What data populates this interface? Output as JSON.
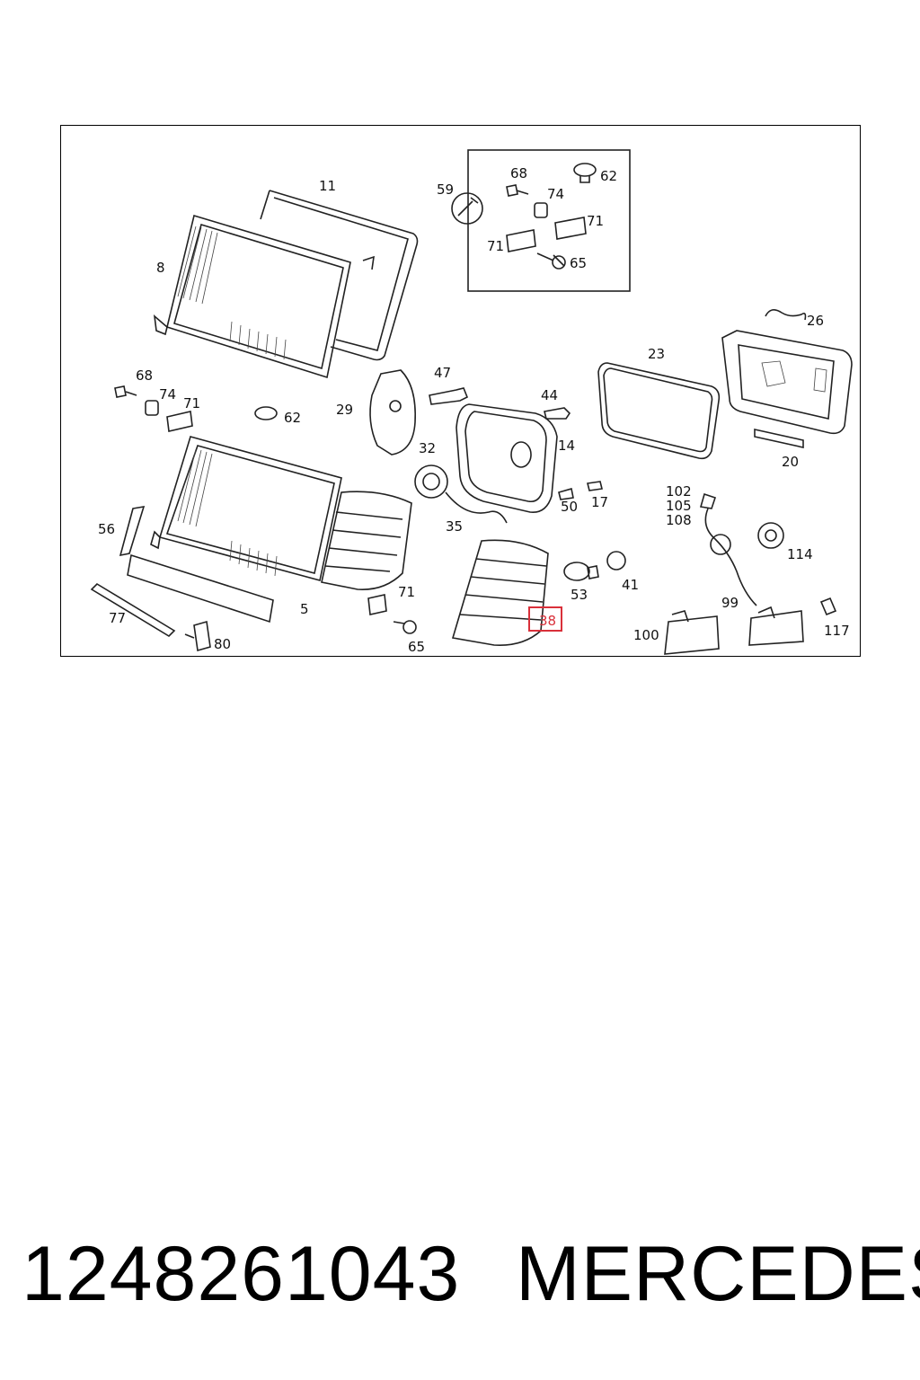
{
  "diagram": {
    "callouts": [
      {
        "id": "c11",
        "text": "11"
      },
      {
        "id": "c8",
        "text": "8"
      },
      {
        "id": "c59",
        "text": "59"
      },
      {
        "id": "c68a",
        "text": "68"
      },
      {
        "id": "c62a",
        "text": "62"
      },
      {
        "id": "c74a",
        "text": "74"
      },
      {
        "id": "c71a",
        "text": "71"
      },
      {
        "id": "c71b",
        "text": "71"
      },
      {
        "id": "c65a",
        "text": "65"
      },
      {
        "id": "c26",
        "text": "26"
      },
      {
        "id": "c23",
        "text": "23"
      },
      {
        "id": "c68b",
        "text": "68"
      },
      {
        "id": "c74b",
        "text": "74"
      },
      {
        "id": "c71c",
        "text": "71"
      },
      {
        "id": "c62b",
        "text": "62"
      },
      {
        "id": "c29",
        "text": "29"
      },
      {
        "id": "c47",
        "text": "47"
      },
      {
        "id": "c44",
        "text": "44"
      },
      {
        "id": "c14",
        "text": "14"
      },
      {
        "id": "c32",
        "text": "32"
      },
      {
        "id": "c20",
        "text": "20"
      },
      {
        "id": "c50",
        "text": "50"
      },
      {
        "id": "c17",
        "text": "17"
      },
      {
        "id": "c102",
        "text": "102"
      },
      {
        "id": "c105",
        "text": "105"
      },
      {
        "id": "c108",
        "text": "108"
      },
      {
        "id": "c56",
        "text": "56"
      },
      {
        "id": "c35",
        "text": "35"
      },
      {
        "id": "c114",
        "text": "114"
      },
      {
        "id": "c41",
        "text": "41"
      },
      {
        "id": "c53",
        "text": "53"
      },
      {
        "id": "c71d",
        "text": "71"
      },
      {
        "id": "c5",
        "text": "5"
      },
      {
        "id": "c99",
        "text": "99"
      },
      {
        "id": "c77",
        "text": "77"
      },
      {
        "id": "c117",
        "text": "117"
      },
      {
        "id": "c100",
        "text": "100"
      },
      {
        "id": "c80",
        "text": "80"
      },
      {
        "id": "c65b",
        "text": "65"
      }
    ],
    "highlighted": {
      "text": "38",
      "color": "#d9303a"
    }
  },
  "footer": {
    "part_number": "1248261043",
    "brand": "MERCEDES"
  }
}
